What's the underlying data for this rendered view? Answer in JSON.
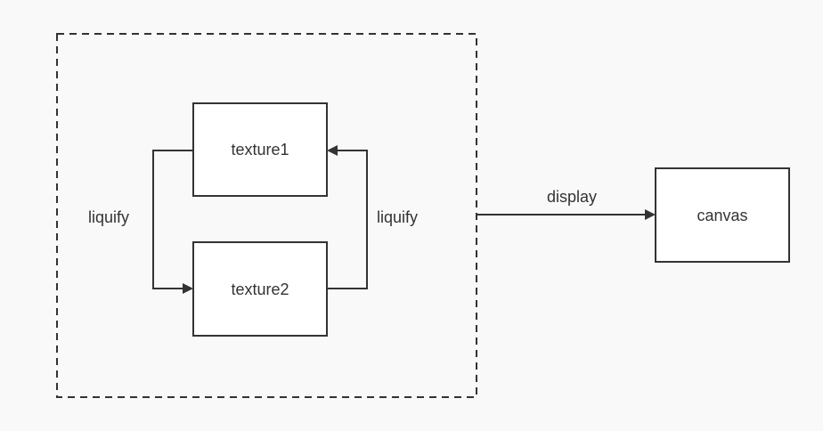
{
  "nodes": {
    "texture1": "texture1",
    "texture2": "texture2",
    "canvas": "canvas"
  },
  "edges": {
    "left_label": "liquify",
    "right_label": "liquify",
    "display_label": "display"
  },
  "colors": {
    "background": "#f9f9f9",
    "stroke": "#333333",
    "node_fill": "#ffffff"
  }
}
